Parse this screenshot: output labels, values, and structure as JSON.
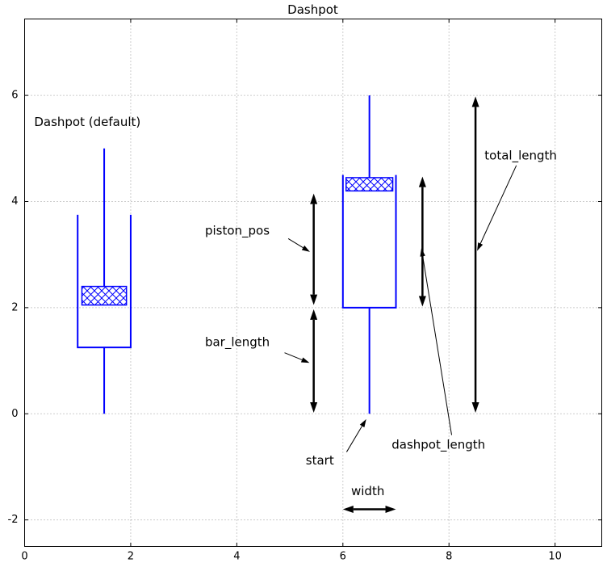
{
  "chart_data": {
    "type": "line",
    "title": "Dashpot",
    "xlabel": "",
    "ylabel": "",
    "axes": {
      "xlim": [
        0,
        10.88
      ],
      "ylim": [
        -2.5,
        7.44
      ],
      "xticks": [
        0,
        2,
        4,
        6,
        8,
        10
      ],
      "xtick_labels": [
        "0",
        "2",
        "4",
        "6",
        "8",
        "10"
      ],
      "yticks": [
        -2,
        0,
        2,
        4,
        6
      ],
      "ytick_labels": [
        "-2",
        "0",
        "2",
        "4",
        "6"
      ],
      "grid": true,
      "grid_style": "dotted",
      "legend": "none"
    },
    "shape_color": "#0000ff",
    "annotation_color": "#000000",
    "grid_color": "#999999",
    "frame_color": "#000000",
    "dashpots": [
      {
        "name": "default",
        "rod_bottom": {
          "x": 1.5,
          "y1": 0.0,
          "y2": 1.25
        },
        "pot": {
          "x1": 1.0,
          "x2": 2.0,
          "y1": 1.25,
          "y2": 3.75
        },
        "piston": {
          "x1": 1.08,
          "x2": 1.92,
          "y1": 2.05,
          "y2": 2.4
        },
        "rod_top": {
          "x": 1.5,
          "y1": 2.4,
          "y2": 5.0
        }
      },
      {
        "name": "annotated",
        "rod_bottom": {
          "x": 6.5,
          "y1": 0.0,
          "y2": 2.0
        },
        "pot": {
          "x1": 6.0,
          "x2": 7.0,
          "y1": 2.0,
          "y2": 4.5
        },
        "piston": {
          "x1": 6.06,
          "x2": 6.94,
          "y1": 4.2,
          "y2": 4.45
        },
        "rod_top": {
          "x": 6.5,
          "y1": 4.45,
          "y2": 6.0
        }
      }
    ],
    "measures": [
      {
        "name": "piston-pos",
        "x1": 5.45,
        "y1": 2.05,
        "x2": 5.45,
        "y2": 4.15
      },
      {
        "name": "bar-length",
        "x1": 5.45,
        "y1": 0.02,
        "x2": 5.45,
        "y2": 1.97
      },
      {
        "name": "dashpot-length",
        "x1": 7.5,
        "y1": 2.02,
        "x2": 7.5,
        "y2": 4.47
      },
      {
        "name": "total-length",
        "x1": 8.5,
        "y1": 0.02,
        "x2": 8.5,
        "y2": 5.98
      },
      {
        "name": "width",
        "x1": 6.0,
        "y1": -1.8,
        "x2": 7.0,
        "y2": -1.8
      }
    ],
    "annotations": [
      {
        "name": "dashpot-default",
        "text": "Dashpot (default)",
        "x": 0.18,
        "y": 5.5,
        "anchor": "start"
      },
      {
        "name": "piston-pos",
        "text": "piston_pos",
        "x": 3.4,
        "y": 3.45,
        "anchor": "start",
        "arrow": {
          "x1": 4.97,
          "y1": 3.3,
          "x2": 5.38,
          "y2": 3.05
        }
      },
      {
        "name": "bar-length",
        "text": "bar_length",
        "x": 3.4,
        "y": 1.35,
        "anchor": "start",
        "arrow": {
          "x1": 4.9,
          "y1": 1.15,
          "x2": 5.37,
          "y2": 0.96
        }
      },
      {
        "name": "start",
        "text": "start",
        "x": 5.3,
        "y": -0.88,
        "anchor": "start",
        "arrow": {
          "x1": 6.07,
          "y1": -0.72,
          "x2": 6.44,
          "y2": -0.1
        }
      },
      {
        "name": "width",
        "text": "width",
        "x": 6.47,
        "y": -1.46,
        "anchor": "middle"
      },
      {
        "name": "dashpot-length",
        "text": "dashpot_length",
        "x": 6.92,
        "y": -0.58,
        "anchor": "start",
        "arrow": {
          "x1": 8.05,
          "y1": -0.4,
          "x2": 7.48,
          "y2": 3.12
        }
      },
      {
        "name": "total-length",
        "text": "total_length",
        "x": 8.67,
        "y": 4.87,
        "anchor": "start",
        "arrow": {
          "x1": 9.27,
          "y1": 4.68,
          "x2": 8.53,
          "y2": 3.07
        }
      }
    ]
  }
}
